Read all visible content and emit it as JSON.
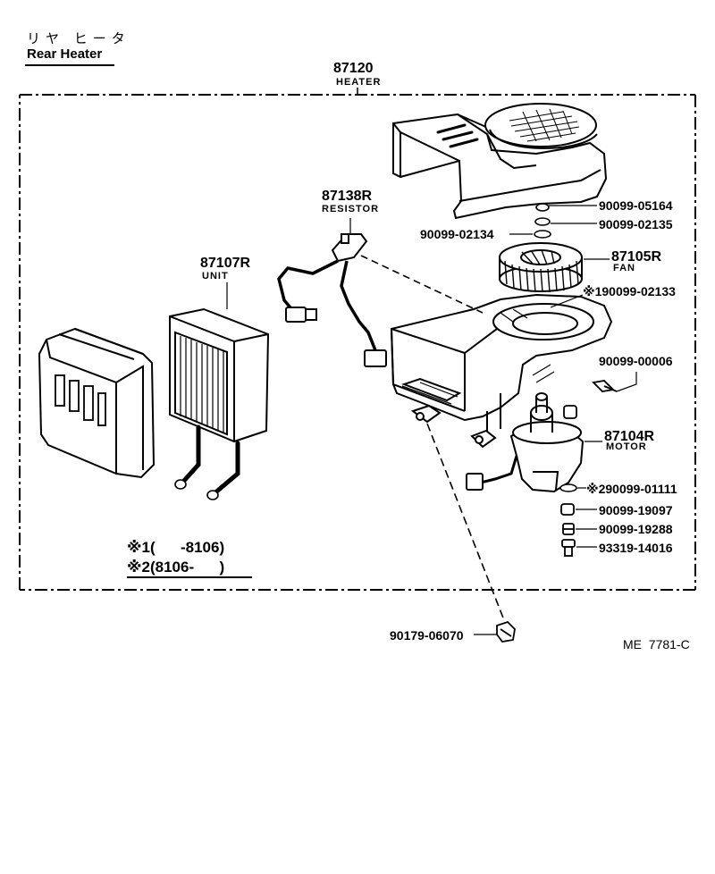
{
  "header": {
    "title_jp": "リヤ ヒータ",
    "title_en": "Rear Heater"
  },
  "assembly": {
    "number": "87120",
    "name": "HEATER"
  },
  "parts": {
    "resistor": {
      "number": "87138R",
      "name": "RESISTOR"
    },
    "unit": {
      "number": "87107R",
      "name": "UNIT"
    },
    "fan": {
      "number": "87105R",
      "name": "FAN"
    },
    "motor": {
      "number": "87104R",
      "name": "MOTOR"
    }
  },
  "callouts": {
    "c1": "90099-05164",
    "c2": "90099-02135",
    "c3": "90099-02134",
    "c4": "※190099-02133",
    "c5": "90099-00006",
    "c6": "※290099-01111",
    "c7": "90099-19097",
    "c8": "90099-19288",
    "c9": "93319-14016",
    "c10": "90179-06070"
  },
  "notes": {
    "n1": "※1(      -8106)",
    "n2": "※2(8106-      )"
  },
  "figure_id": "ME  7781-C"
}
